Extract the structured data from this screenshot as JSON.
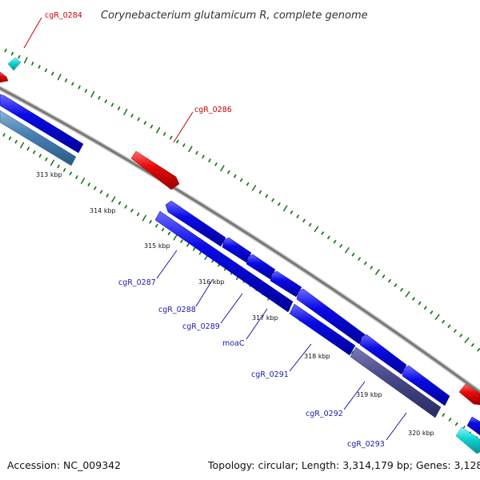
{
  "title": "Corynebacterium glutamicum R, complete genome",
  "footer": {
    "accession": "Accession: NC_009342",
    "summary": "Topology: circular; Length: 3,314,179 bp; Genes: 3,128"
  },
  "colors": {
    "backbone": "#8c8c8c",
    "tick": "#1e7a1e",
    "cds": "#0a0ae6",
    "cds_alt": "#4a82b4",
    "rna": "#e60a0a",
    "misc": "#10d8d8",
    "pseudo": "#4a4a8c",
    "label_red": "#cc0000",
    "label_blue": "#1a1aaa"
  },
  "tick_labels": [
    "313 kbp",
    "314 kbp",
    "315 kbp",
    "316 kbp",
    "317 kbp",
    "318 kbp",
    "319 kbp",
    "320 kbp"
  ],
  "genes": {
    "cgR_0284": "cgR_0284",
    "cgR_0286": "cgR_0286",
    "cgR_0287": "cgR_0287",
    "cgR_0288": "cgR_0288",
    "cgR_0289": "cgR_0289",
    "moaC": "moaC",
    "cgR_0291": "cgR_0291",
    "cgR_0292": "cgR_0292",
    "cgR_0293": "cgR_0293"
  }
}
